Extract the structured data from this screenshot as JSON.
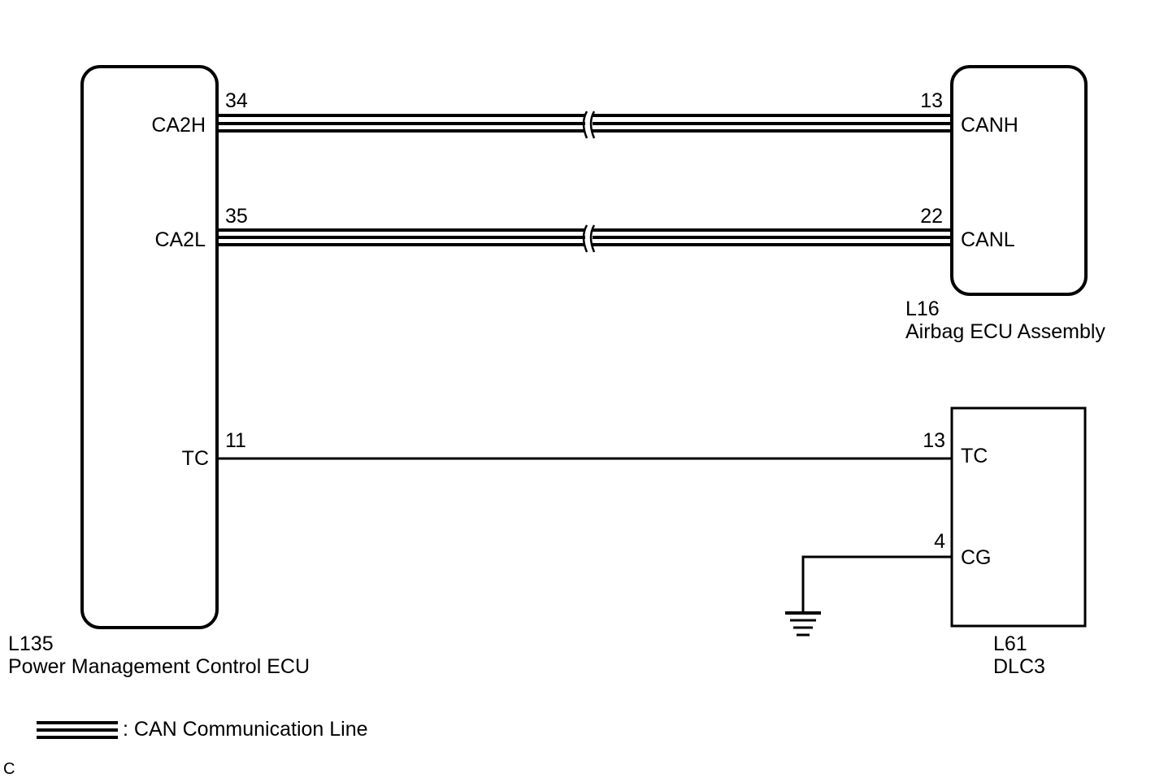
{
  "components": {
    "pmc_ecu": {
      "code": "L135",
      "name": "Power Management Control ECU",
      "pins": {
        "ca2h": {
          "label": "CA2H",
          "number": "34"
        },
        "ca2l": {
          "label": "CA2L",
          "number": "35"
        },
        "tc": {
          "label": "TC",
          "number": "11"
        }
      }
    },
    "airbag_ecu": {
      "code": "L16",
      "name": "Airbag ECU Assembly",
      "pins": {
        "canh": {
          "label": "CANH",
          "number": "13"
        },
        "canl": {
          "label": "CANL",
          "number": "22"
        }
      }
    },
    "dlc3": {
      "code": "L61",
      "name": "DLC3",
      "pins": {
        "tc": {
          "label": "TC",
          "number": "13"
        },
        "cg": {
          "label": "CG",
          "number": "4"
        }
      }
    }
  },
  "legend": {
    "can_line": ": CAN Communication Line"
  },
  "footer_mark": "C"
}
